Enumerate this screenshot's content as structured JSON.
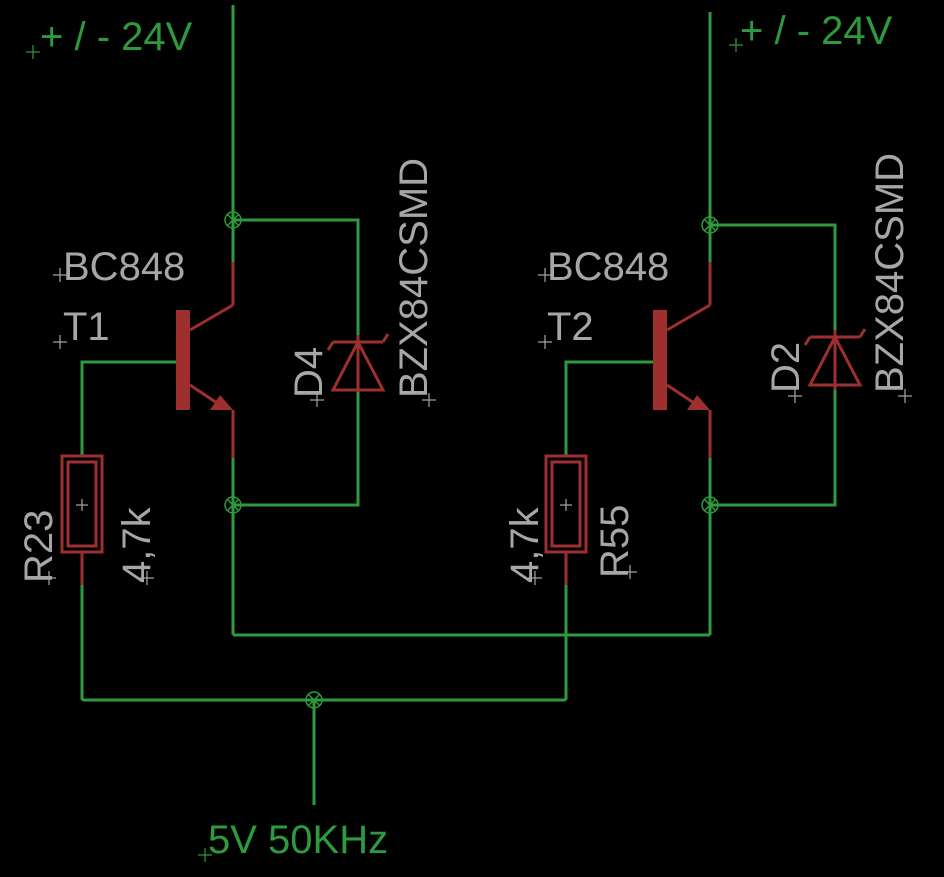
{
  "schematic": {
    "background": "#000000",
    "colors": {
      "net": "#2e9a3e",
      "component": "#9e2f2f",
      "label": "#a6a6a6"
    },
    "supply_left": "+ / - 24V",
    "supply_right": "+ / - 24V",
    "input_label": "5V 50KHz",
    "t1": {
      "value": "BC848",
      "name": "T1"
    },
    "t2": {
      "value": "BC848",
      "name": "T2"
    },
    "d4": {
      "name": "D4",
      "value": "BZX84CSMD"
    },
    "d2": {
      "name": "D2",
      "value": "BZX84CSMD"
    },
    "r23": {
      "name": "R23",
      "value": "4,7k"
    },
    "r55": {
      "name": "R55",
      "value": "4,7k"
    }
  }
}
